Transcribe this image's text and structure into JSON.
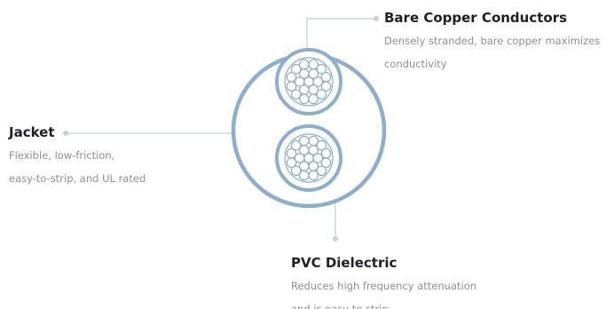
{
  "colors": {
    "cable": "#8eaecb",
    "leader": "#c2d2e1",
    "dot": "#c2d2e1",
    "title": "#1f1f2b",
    "description": "#8f8f97"
  },
  "callouts": {
    "copper": {
      "title": "Bare Copper Conductors",
      "desc_line1": "Densely stranded, bare copper maximizes",
      "desc_line2": "conductivity"
    },
    "jacket": {
      "title": "Jacket",
      "desc_line1": "Flexible, low-friction,",
      "desc_line2": "easy-to-strip, and UL rated"
    },
    "pvc": {
      "title": "PVC Dielectric",
      "desc_line1": "Reduces high frequency attenuation",
      "desc_line2": "and is easy to strip"
    }
  }
}
